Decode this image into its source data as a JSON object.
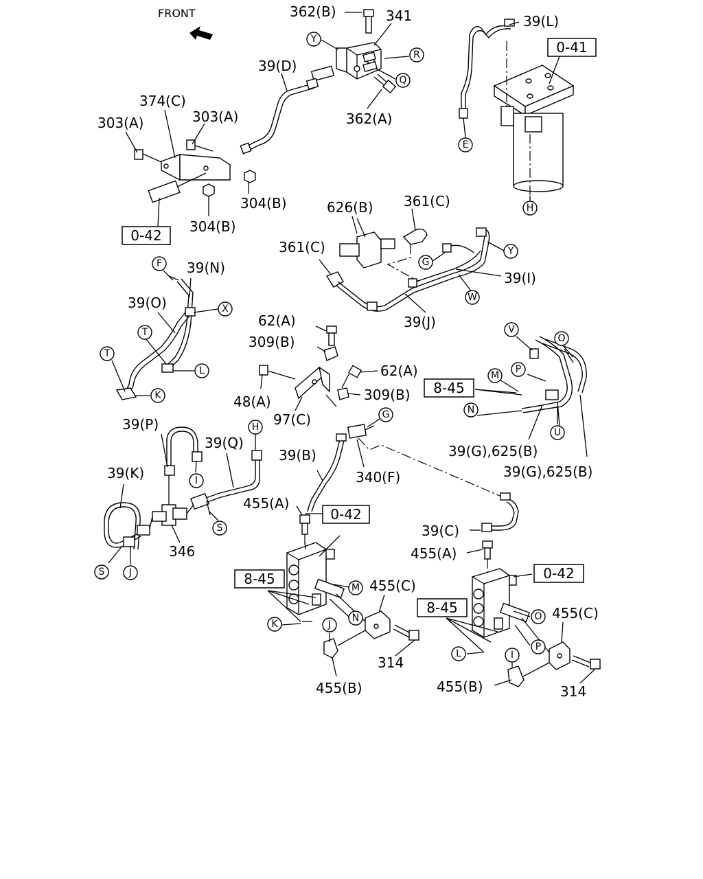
{
  "header": {
    "front_label": "FRONT"
  },
  "ref_boxes": {
    "o41": "0-41",
    "o42_left": "0-42",
    "o42_mid": "0-42",
    "o42_right": "0-42",
    "b845_top": "8-45",
    "b845_mid": "8-45",
    "b845_right": "8-45"
  },
  "parts": {
    "p362b": "362(B)",
    "p341": "341",
    "p39l": "39(L)",
    "p39d": "39(D)",
    "p374c": "374(C)",
    "p303a_l": "303(A)",
    "p303a_r": "303(A)",
    "p362a": "362(A)",
    "p304b_1": "304(B)",
    "p304b_2": "304(B)",
    "p626b": "626(B)",
    "p361c_r": "361(C)",
    "p361c_l": "361(C)",
    "p39i": "39(I)",
    "p39j": "39(J)",
    "p39n": "39(N)",
    "p39o": "39(O)",
    "p62a_t": "62(A)",
    "p309b_t": "309(B)",
    "p62a_r": "62(A)",
    "p48a": "48(A)",
    "p309b_r": "309(B)",
    "p97c": "97(C)",
    "p39p": "39(P)",
    "p39q": "39(Q)",
    "p39k": "39(K)",
    "p346": "346",
    "p39b": "39(B)",
    "p340f": "340(F)",
    "p455a_l": "455(A)",
    "p455c_l": "455(C)",
    "p314_l": "314",
    "p455b_l": "455(B)",
    "p39g_1": "39(G),625(B)",
    "p39g_2": "39(G),625(B)",
    "p39c": "39(C)",
    "p455a_r": "455(A)",
    "p455c_r": "455(C)",
    "p455b_r": "455(B)",
    "p314_r": "314"
  },
  "markers": {
    "y1": "Y",
    "r1": "R",
    "q1": "Q",
    "e1": "E",
    "h1": "H",
    "y2": "Y",
    "g1": "G",
    "w1": "W",
    "f1": "F",
    "x1": "X",
    "t1": "T",
    "t2": "T",
    "l1": "L",
    "k1": "K",
    "v1": "V",
    "o1": "O",
    "p1": "P",
    "m1": "M",
    "n1": "N",
    "u1": "U",
    "g2": "G",
    "h2": "H",
    "i1": "I",
    "s1": "S",
    "s2": "S",
    "j1": "J",
    "m2": "M",
    "n2": "N",
    "k2": "K",
    "j2": "J",
    "o2": "O",
    "p2": "P",
    "l2": "L",
    "i2": "I"
  }
}
